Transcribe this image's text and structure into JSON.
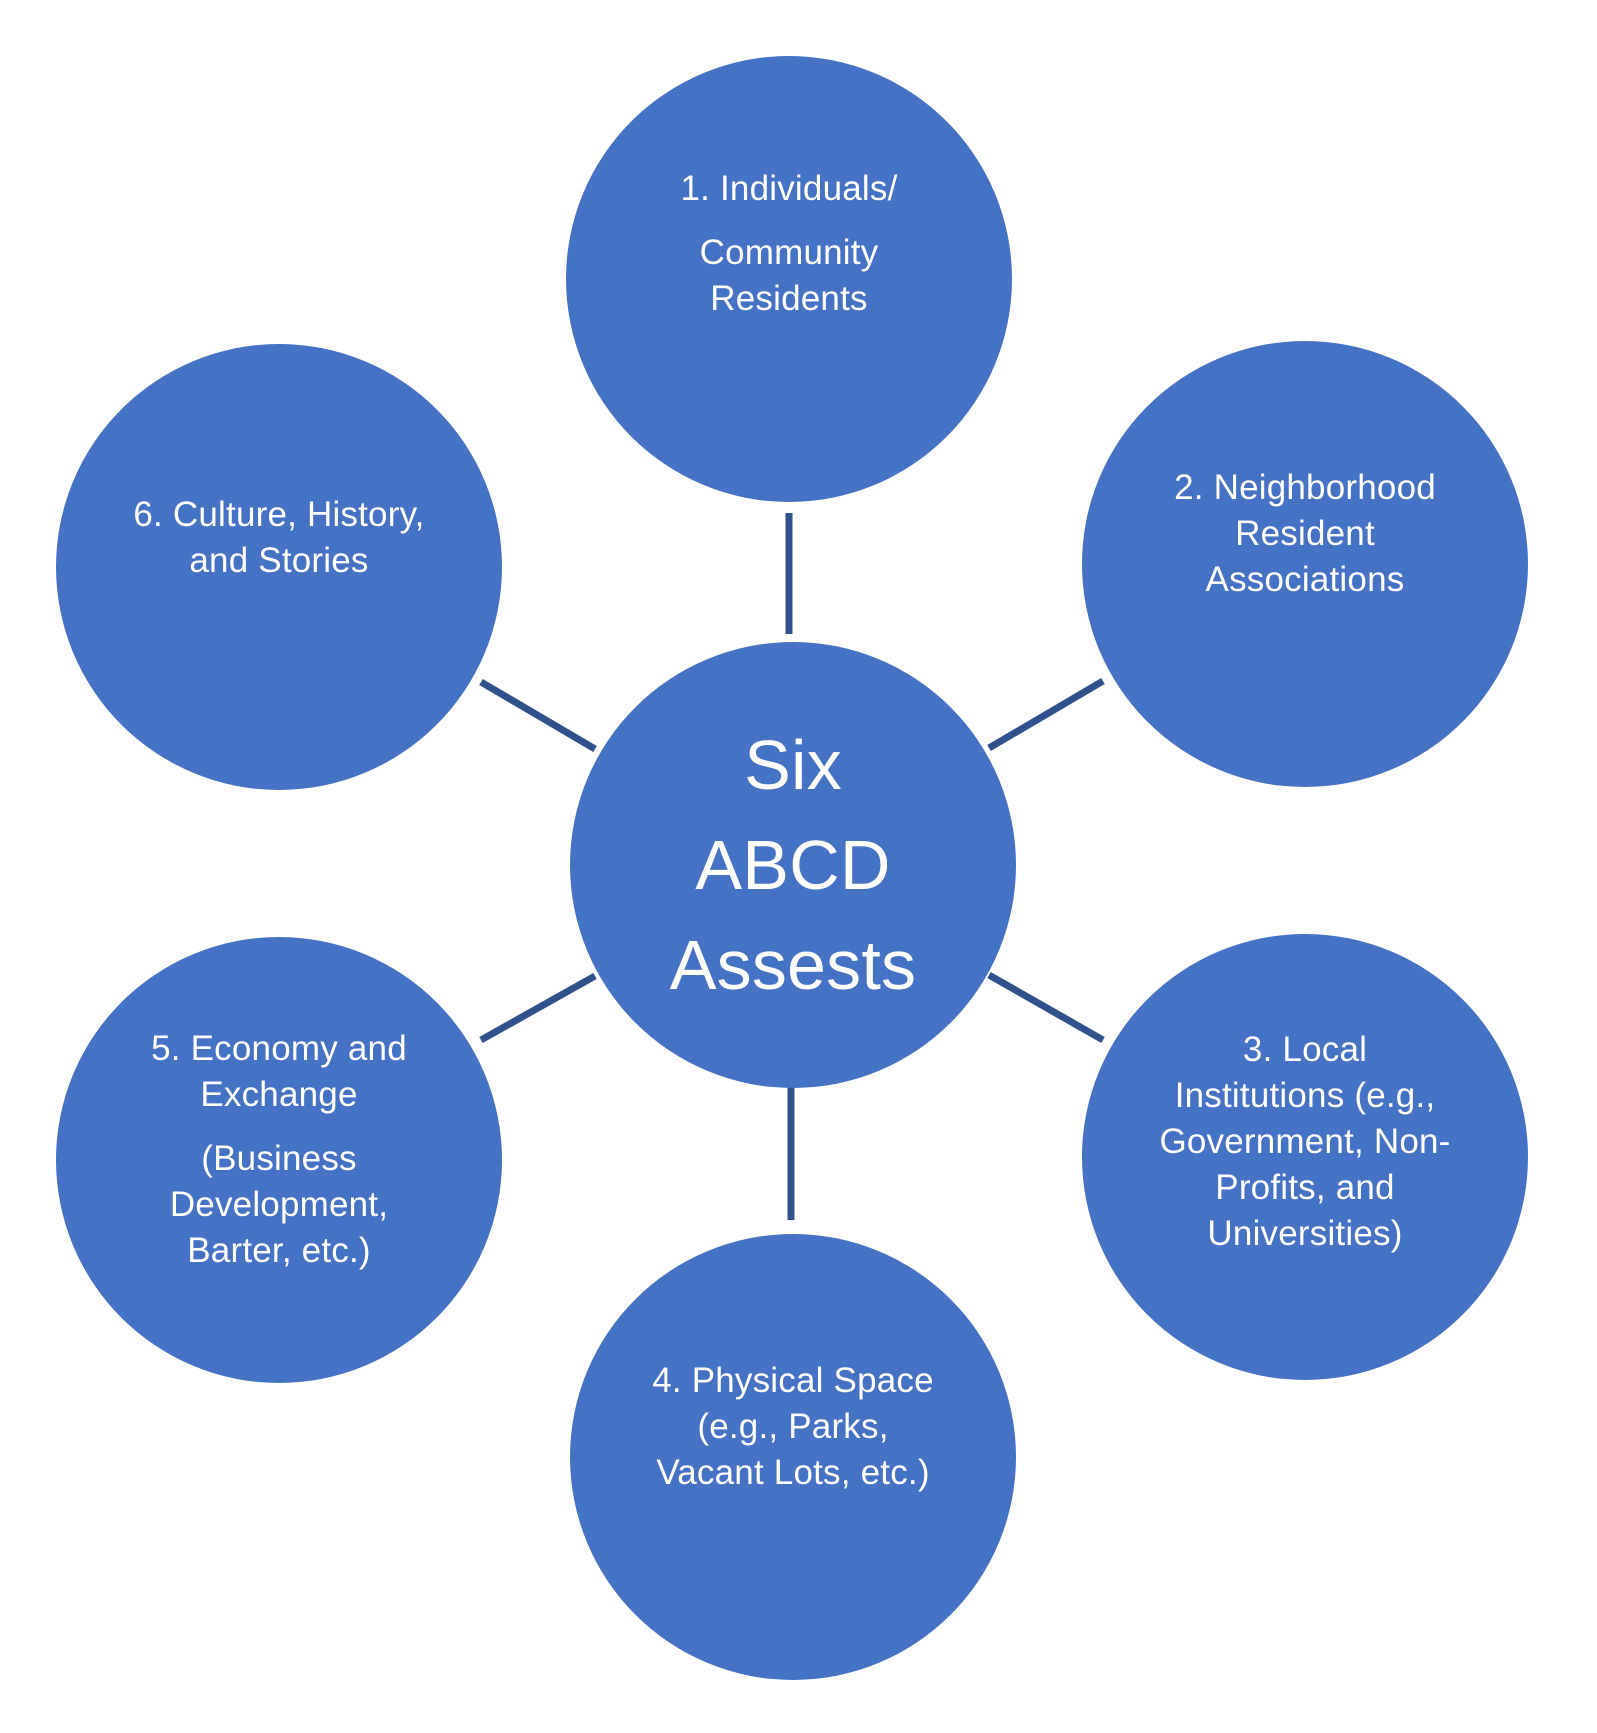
{
  "colors": {
    "node_fill": "#4472c4",
    "connector": "#2f528f",
    "text": "#ffffff",
    "background": "#ffffff"
  },
  "center": {
    "lines": [
      "Six",
      "ABCD",
      "Assests"
    ]
  },
  "assets": [
    {
      "lines": [
        "1. Individuals/",
        "",
        "Community",
        "Residents"
      ]
    },
    {
      "lines": [
        "2. Neighborhood",
        "Resident",
        "Associations"
      ]
    },
    {
      "lines": [
        "3. Local",
        "Institutions (e.g.,",
        "Government, Non-",
        "Profits, and",
        "Universities)"
      ]
    },
    {
      "lines": [
        "4. Physical Space",
        "(e.g., Parks,",
        "Vacant Lots, etc.)"
      ]
    },
    {
      "lines": [
        "5. Economy and",
        "Exchange",
        "",
        "(Business",
        "Development,",
        "Barter, etc.)"
      ]
    },
    {
      "lines": [
        "6. Culture, History,",
        "and Stories",
        "",
        "",
        ""
      ]
    }
  ]
}
